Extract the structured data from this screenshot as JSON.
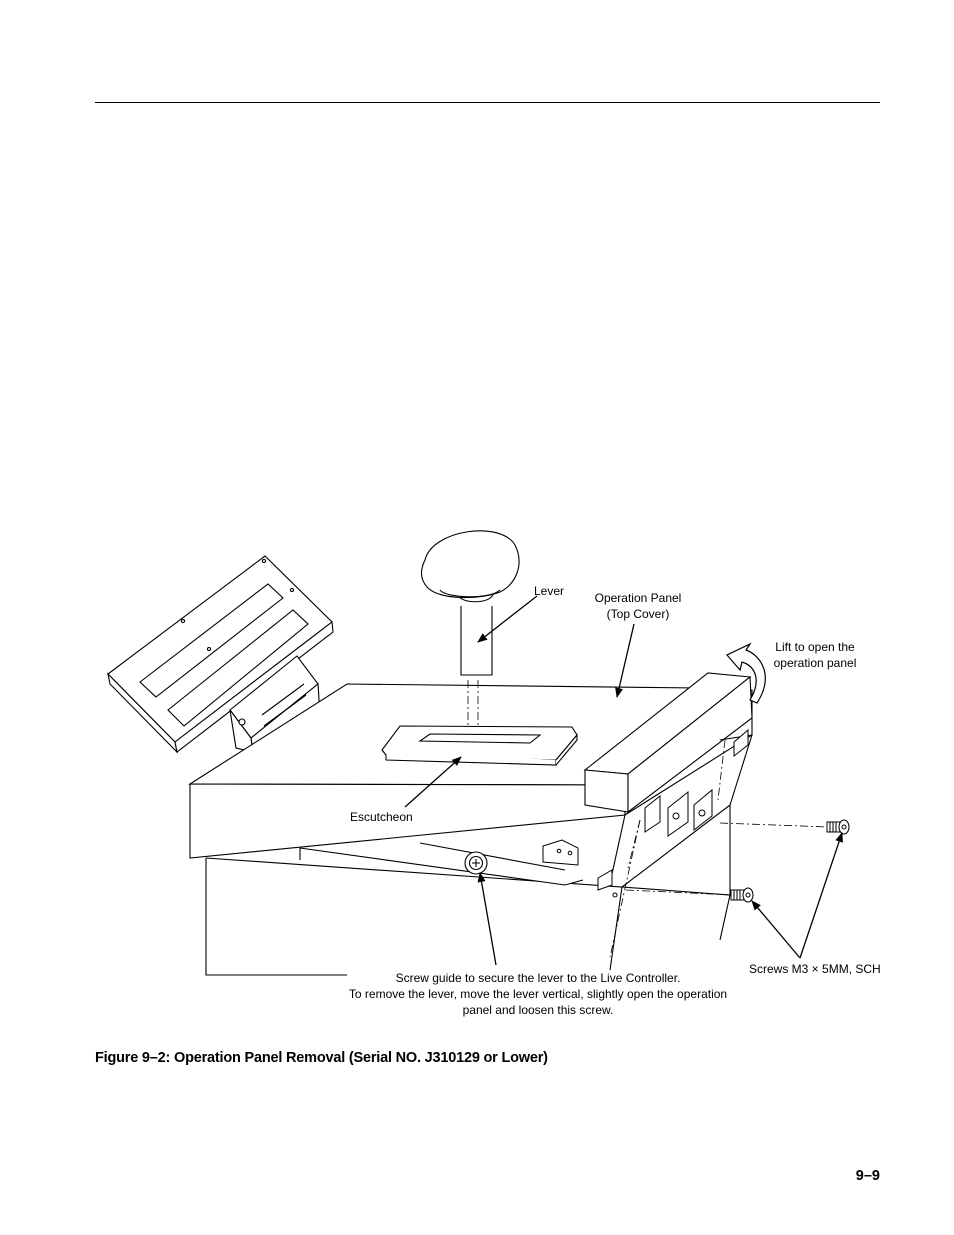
{
  "figure": {
    "labels": {
      "lever": "Lever",
      "operation_panel_line1": "Operation Panel",
      "operation_panel_line2": "(Top Cover)",
      "lift_line1": "Lift to open the",
      "lift_line2": "operation panel",
      "escutcheon": "Escutcheon",
      "screws": "Screws M3 × 5MM, SCH",
      "screw_guide_line1": "Screw guide to secure the lever to the Live Controller.",
      "screw_guide_line2": "To remove the lever, move the lever vertical, slightly open the operation",
      "screw_guide_line3": "panel and loosen this screw."
    },
    "caption": "Figure 9–2: Operation Panel Removal (Serial NO.  J310129 or Lower)"
  },
  "page": {
    "number": "9–9"
  }
}
